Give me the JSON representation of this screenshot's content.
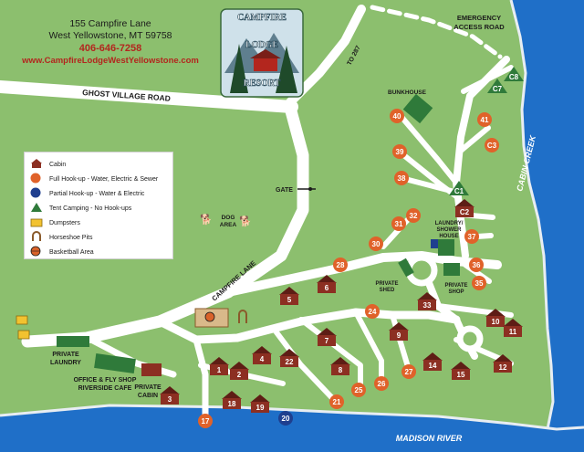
{
  "header": {
    "address_line1": "155 Campfire Lane",
    "address_line2": "West Yellowstone, MT 59758",
    "phone": "406-646-7258",
    "website": "www.CampfireLodgeWestYellowstone.com"
  },
  "logo": {
    "line1": "CAMPFIRE",
    "line2": "LODGE",
    "line3": "RESORT"
  },
  "roads": {
    "ghost_village": "GHOST VILLAGE ROAD",
    "to_287": "TO 287",
    "emergency_line1": "EMERGENCY",
    "emergency_line2": "ACCESS ROAD",
    "campfire_lane": "CAMPFIRE LANE"
  },
  "water": {
    "creek": "CABIN CREEK",
    "river": "MADISON RIVER"
  },
  "places": {
    "gate": "GATE",
    "dog_area_line1": "DOG",
    "dog_area_line2": "AREA",
    "bunkhouse": "BUNKHOUSE",
    "laundry_line1": "LAUNDRY/",
    "laundry_line2": "SHOWER",
    "laundry_line3": "HOUSE",
    "private_shed_line1": "PRIVATE",
    "private_shed_line2": "SHED",
    "private_shop_line1": "PRIVATE",
    "private_shop_line2": "SHOP",
    "private_laundry_line1": "PRIVATE",
    "private_laundry_line2": "LAUNDRY",
    "office_line1": "OFFICE & FLY SHOP",
    "office_line2": "RIVERSIDE CAFE",
    "private_cabin_line1": "PRIVATE",
    "private_cabin_line2": "CABIN"
  },
  "legend": [
    {
      "icon": "cabin-icon",
      "label": "Cabin",
      "color": "#8c2f22"
    },
    {
      "icon": "full-hookup-icon",
      "label": "Full Hook-up - Water, Electric & Sewer",
      "color": "#e0622a"
    },
    {
      "icon": "partial-hookup-icon",
      "label": "Partial Hook-up - Water & Electric",
      "color": "#1f3f8f"
    },
    {
      "icon": "tent-icon",
      "label": "Tent Camping - No Hook-ups",
      "color": "#2f7a3a"
    },
    {
      "icon": "dumpster-icon",
      "label": "Dumpsters",
      "color": "#f2c230"
    },
    {
      "icon": "horseshoe-icon",
      "label": "Horseshoe Pits",
      "color": "#8a5a2b"
    },
    {
      "icon": "basketball-icon",
      "label": "Basketball Area",
      "color": "#d9622a"
    }
  ],
  "sites": {
    "cabins": [
      "1",
      "2",
      "3",
      "4",
      "5",
      "6",
      "7",
      "8",
      "9",
      "10",
      "11",
      "12",
      "14",
      "15",
      "18",
      "19",
      "22",
      "33",
      "C2"
    ],
    "full_hookups": [
      "17",
      "21",
      "24",
      "25",
      "26",
      "27",
      "28",
      "30",
      "31",
      "32",
      "35",
      "36",
      "37",
      "38",
      "39",
      "40",
      "41",
      "C3"
    ],
    "partial_hookups": [
      "20"
    ],
    "tents": [
      "C1",
      "C7",
      "C8"
    ]
  },
  "colors": {
    "grass": "#8cbf6e",
    "road": "#ffffff",
    "water": "#1f6fc8",
    "cabin": "#8c2f22",
    "site": "#e0622a",
    "partial": "#1f3f8f",
    "tent": "#2f7a3a",
    "accent_red": "#b3261e"
  }
}
